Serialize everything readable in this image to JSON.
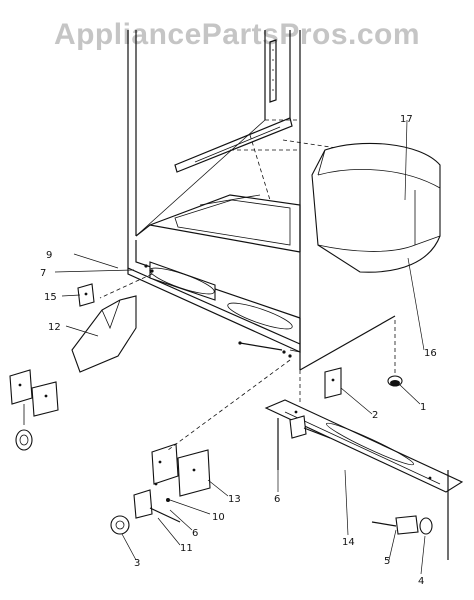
{
  "watermark": "AppliancePartsPros.com",
  "callouts": {
    "c1": "1",
    "c2": "2",
    "c3": "3",
    "c4": "4",
    "c5": "5",
    "c6a": "6",
    "c6b": "6",
    "c7": "7",
    "c9": "9",
    "c10": "10",
    "c11": "11",
    "c12": "12",
    "c13": "13",
    "c14": "14",
    "c15": "15",
    "c16": "16",
    "c17": "17"
  }
}
